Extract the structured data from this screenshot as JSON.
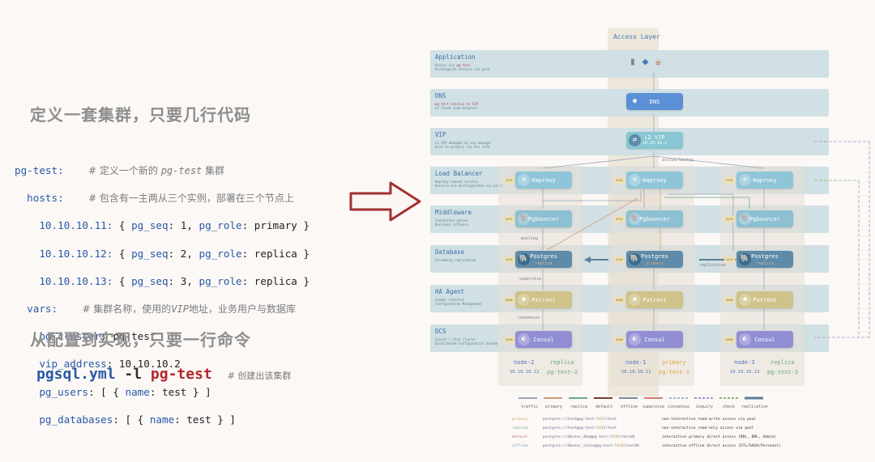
{
  "left": {
    "heading1": "定义一套集群，只要几行代码",
    "heading2": "从配置到实现，只要一行命令",
    "code": {
      "l1_key": "pg-test:",
      "l1_comment_a": "# 定义一个新的 ",
      "l1_comment_b": "pg-test",
      "l1_comment_c": " 集群",
      "l2_key": "hosts:",
      "l2_comment": "# 包含有一主两从三个实例，部署在三个节点上",
      "hosts": [
        {
          "ip": "10.10.10.11:",
          "seq": "1",
          "role": "primary"
        },
        {
          "ip": "10.10.10.12:",
          "seq": "2",
          "role": "replica"
        },
        {
          "ip": "10.10.10.13:",
          "seq": "3",
          "role": "replica"
        }
      ],
      "pg_seq_key": "pg_seq",
      "pg_role_key": "pg_role",
      "vars_key": "vars:",
      "vars_comment_a": "# 集群名称，使用的",
      "vars_comment_b": "VIP",
      "vars_comment_c": "地址，业务用户与数据库",
      "pg_cluster_key": "pg_cluster",
      "pg_cluster_val": "pg-test",
      "vip_key": "vip_address",
      "vip_val": "10.10.10.2",
      "pg_users_key": "pg_users",
      "pg_users_val": "[ { name: test } ]",
      "pg_db_key": "pg_databases",
      "pg_db_val": "[ { name: test } ]",
      "name_key": "name"
    },
    "command": {
      "script": "pgsql.yml",
      "flag": "-l",
      "target": "pg-test",
      "comment": "# 创建出该集群"
    }
  },
  "diagram": {
    "access_layer": "Access Layer",
    "layers": [
      {
        "name": "Application",
        "desc1": "Access via",
        "desc2": "Distinguish service via port"
      },
      {
        "name": "DNS",
        "desc1": "pg-test resolve to VIP",
        "desc2": "or fixed load balancer"
      },
      {
        "name": "VIP",
        "desc1": "L2 VIP managed by vip-manager",
        "desc2": "bind to primary via dcs info"
      },
      {
        "name": "Load Balancer",
        "desc1": "Haproxy expose service",
        "desc2": "Service are distinguished via ports"
      },
      {
        "name": "Middleware",
        "desc1": "Connection pooler",
        "desc2": "Business software"
      },
      {
        "name": "Database",
        "desc1": "Streaming replication",
        "desc2": ""
      },
      {
        "name": "HA Agent",
        "desc1": "Leader election",
        "desc2": "Configuration Management"
      },
      {
        "name": "DCS",
        "desc1": "Consul / etcd cluster",
        "desc2": "Distributed Configuration System"
      }
    ],
    "dns_label": "DNS",
    "vip_label": "L2 VIP",
    "vip_ip": "10.10.10.2",
    "active_backup": "active/backup",
    "haproxy": "Haproxy",
    "pgbouncer": "Pgbouncer",
    "postgres": "Postgres",
    "patroni": "Patroni",
    "consul": "Consul",
    "pg_sub": {
      "left": "replica",
      "mid": "primary",
      "right": "replica"
    },
    "edges": {
      "pooling": "pooling",
      "supervise": "supervise",
      "consensus": "consensus",
      "replication": "replication"
    },
    "nodes": [
      {
        "name": "node-2",
        "role": "replica",
        "ip": "10.10.10.12",
        "cluster": "pg-test-2"
      },
      {
        "name": "node-1",
        "role": "primary",
        "ip": "10.10.10.11",
        "cluster": "pg-test-1"
      },
      {
        "name": "node-3",
        "role": "replica",
        "ip": "10.10.10.13",
        "cluster": "pg-test-3"
      }
    ],
    "ports": {
      "haproxy": "9101",
      "pgbouncer": "6432",
      "postgres": "5432",
      "patroni": "8008",
      "consul": "8500"
    },
    "legend": [
      "traffic",
      "primary",
      "replica",
      "default",
      "offline",
      "supervise",
      "consensus",
      "inquiry",
      "check",
      "replication"
    ],
    "services": [
      {
        "role": "primary",
        "url_a": "postgres://test@pg-test:",
        "url_port": "5433",
        "url_b": "/test",
        "desc": "non-interactive read-write access via pool"
      },
      {
        "role": "replica",
        "url_a": "postgres://test@pg-test:",
        "url_port": "5434",
        "url_b": "/test",
        "desc": "non-interactive read-only access via pool"
      },
      {
        "role": "default",
        "url_a": "postgres://dbuser_dba@pg-test:",
        "url_port": "5436",
        "url_b": "/testdb",
        "desc": "interactive primary direct access (DDL, DML, Admin)"
      },
      {
        "role": "offline",
        "url_a": "postgres://dbuser_stats@pg-test:",
        "url_port": "5438",
        "url_b": "/testdb",
        "desc": "interactive offline direct access (ETL/SAGA/Personal)"
      }
    ],
    "colors": {
      "primary": "#b5262a",
      "replica": "#6aa88e",
      "accent": "#2a58a8",
      "arrow": "#a3302e"
    }
  }
}
